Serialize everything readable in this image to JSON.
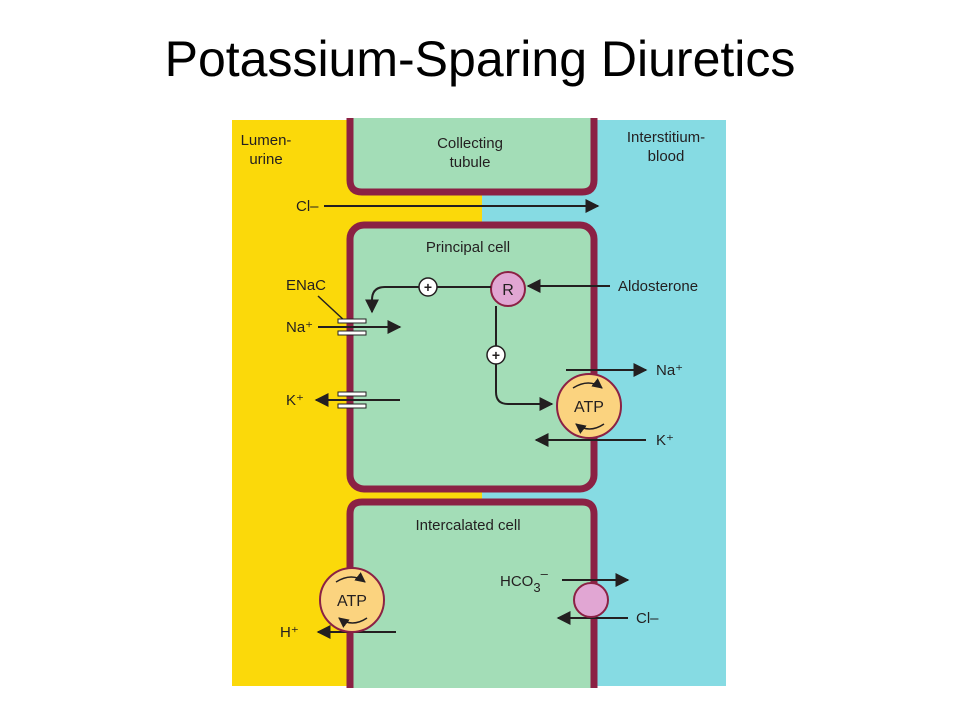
{
  "slide": {
    "title": "Potassium-Sparing Diuretics"
  },
  "colors": {
    "lumen": "#fbd90a",
    "interstitium": "#86dbe3",
    "cell": "#a3ddb7",
    "membrane": "#8b2144",
    "receptor": "#e1a6d3",
    "atp_pump": "#fbd37f"
  },
  "diagram": {
    "region_lumen_line1": "Lumen-",
    "region_lumen_line2": "urine",
    "region_tubule_line1": "Collecting",
    "region_tubule_line2": "tubule",
    "region_blood_line1": "Interstitium-",
    "region_blood_line2": "blood",
    "cl_top": "Cl–",
    "principal_cell": "Principal cell",
    "enac": "ENaC",
    "na_lumen": "Na⁺",
    "k_lumen": "K⁺",
    "plus_sign": "+",
    "receptor": "R",
    "aldosterone": "Aldosterone",
    "atp": "ATP",
    "na_blood": "Na⁺",
    "k_blood": "K⁺",
    "intercalated_cell": "Intercalated cell",
    "h_lumen": "H⁺",
    "hco3_base": "HCO",
    "hco3_sub": "3",
    "hco3_sup": "–",
    "cl_blood": "Cl–"
  }
}
